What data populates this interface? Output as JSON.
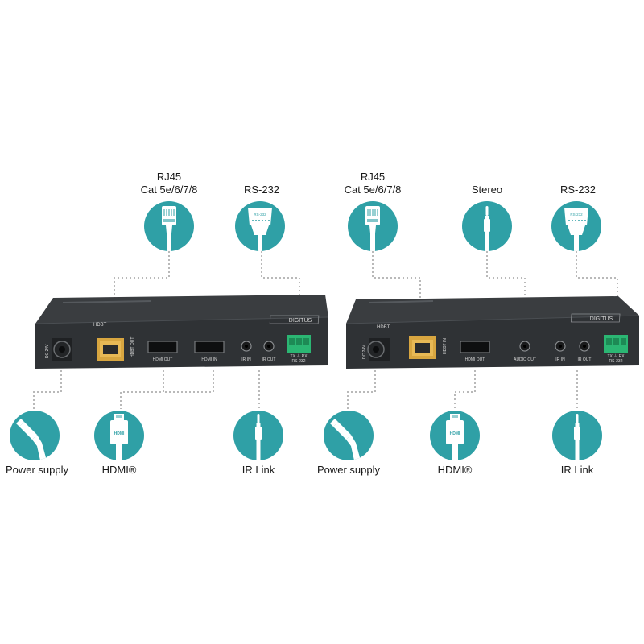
{
  "colors": {
    "accent": "#2fa0a6",
    "device": "#2f3235",
    "dots": "#b9b9b9",
    "terminal": "#2bb673"
  },
  "left_unit": {
    "top_labels": {
      "rj45_line1": "RJ45",
      "rj45_line2": "Cat 5e/6/7/8",
      "rs232": "RS-232"
    },
    "bottom_labels": {
      "power": "Power supply",
      "hdmi": "HDMI®",
      "ir": "IR Link"
    },
    "ports": {
      "dc": "DC 24V",
      "hdbt": "HDBT OUT",
      "hdmi_out": "HDMI OUT",
      "hdmi_in": "HDMI IN",
      "ir_in": "IR IN",
      "ir_out": "IR OUT",
      "rs232": "TX ⏚ RX",
      "rs232_sub": "RS-232"
    },
    "brand": "DIGITUS",
    "logo": "HDBT"
  },
  "right_unit": {
    "top_labels": {
      "rj45_line1": "RJ45",
      "rj45_line2": "Cat 5e/6/7/8",
      "stereo": "Stereo",
      "rs232": "RS-232"
    },
    "bottom_labels": {
      "power": "Power supply",
      "hdmi": "HDMI®",
      "ir": "IR Link"
    },
    "ports": {
      "dc": "DC 24V",
      "hdbt": "HDBT IN",
      "hdmi_out": "HDMI OUT",
      "audio_out": "AUDIO OUT",
      "ir_in": "IR IN",
      "ir_out": "IR OUT",
      "rs232": "TX ⏚ RX",
      "rs232_sub": "RS-232"
    },
    "brand": "DIGITUS",
    "logo": "HDBT"
  },
  "icons": {
    "rj45": "ethernet-plug-icon",
    "rs232": "serial-plug-icon",
    "stereo": "audio-jack-icon",
    "power": "power-plug-icon",
    "hdmi": "hdmi-plug-icon",
    "ir": "ir-jack-icon",
    "hdmi_plug_text": "HDMI",
    "serial_plug_text": "RS-232"
  }
}
